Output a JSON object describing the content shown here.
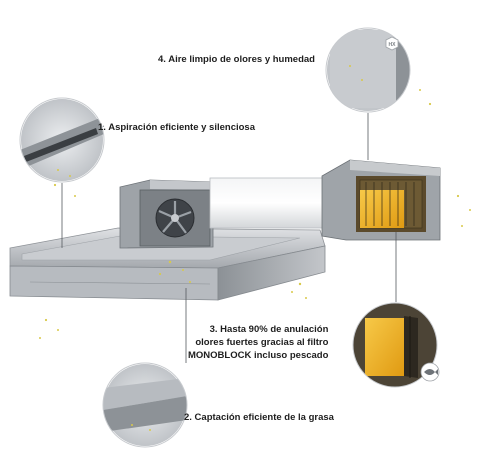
{
  "callouts": {
    "aspiracion": "1. Aspiración eficiente y silenciosa",
    "captacion": "2. Captación eficiente de la grasa",
    "anulacion": [
      "3. Hasta 90% de anulación",
      "olores fuertes gracias al filtro",
      "MONOBLOCK incluso pescado"
    ],
    "aire": "4. Aire limpio de olores y humedad"
  },
  "badge": {
    "hx": "HX"
  },
  "colors": {
    "steel": "#a9adb2",
    "steel_dark": "#6e7378",
    "filter_yellow": "#f0b429",
    "particles": "#d8c94a"
  }
}
